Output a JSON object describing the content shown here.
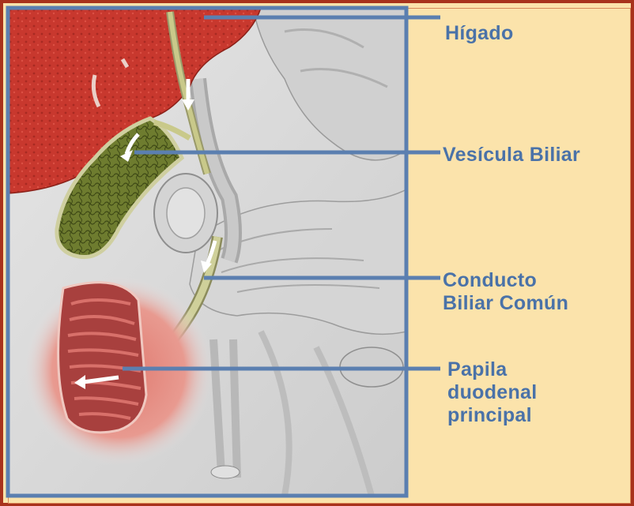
{
  "labels": {
    "liver": "Hígado",
    "gallbladder": "Vesícula Biliar",
    "common_bile_duct_line1": "Conducto",
    "common_bile_duct_line2": "Biliar Común",
    "papilla_line1": "Papila",
    "papilla_line2": "duodenal",
    "papilla_line3": "principal"
  },
  "colors": {
    "frame_border": "#a8321c",
    "panel_background": "#fbe3ab",
    "leader_line": "#5b7fb0",
    "label_text": "#4a72a8",
    "liver": "#c8352c",
    "gallbladder": "#6b7a2e",
    "duodenum": "#d9706a"
  }
}
